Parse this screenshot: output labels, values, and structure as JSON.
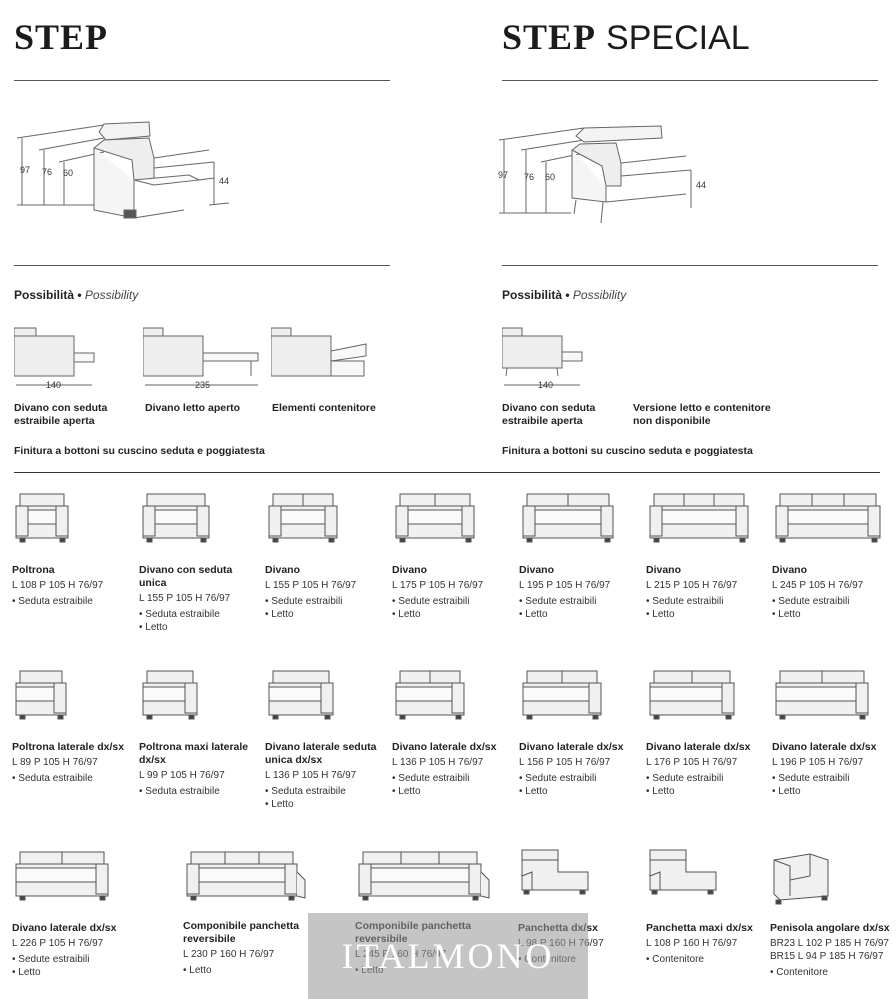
{
  "header": {
    "left_title": "STEP",
    "right_title_bold": "STEP",
    "right_title_light": "SPECIAL"
  },
  "dims_left": {
    "h97": "97",
    "h76": "76",
    "h60": "60",
    "h44": "44"
  },
  "dims_right": {
    "h97": "97",
    "h76": "76",
    "h60": "60",
    "h44": "44"
  },
  "possibility": {
    "left_label": "Possibilità",
    "left_sub": "Possibility",
    "right_label": "Possibilità",
    "right_sub": "Possibility"
  },
  "options_left": [
    {
      "caption": "Divano con seduta estraibile aperta",
      "width_label": "140"
    },
    {
      "caption": "Divano letto aperto",
      "width_label": "235"
    },
    {
      "caption": "Elementi contenitore",
      "width_label": ""
    }
  ],
  "options_right": [
    {
      "caption": "Divano con seduta estraibile aperta",
      "width_label": "140"
    },
    {
      "caption": "Versione letto e contenitore non disponibile",
      "width_label": ""
    }
  ],
  "finish_left": "Finitura a bottoni su cuscino seduta e poggiatesta",
  "finish_right": "Finitura a bottoni su cuscino seduta e poggiatesta",
  "catalog": [
    {
      "name": "Poltrona",
      "dims": "L 108 P 105 H 76/97",
      "opts": [
        "• Seduta estraibile"
      ]
    },
    {
      "name": "Divano con seduta unica",
      "dims": "L 155 P 105 H 76/97",
      "opts": [
        "• Seduta estraibile",
        "• Letto"
      ]
    },
    {
      "name": "Divano",
      "dims": "L 155 P 105 H 76/97",
      "opts": [
        "• Sedute estraibili",
        "• Letto"
      ]
    },
    {
      "name": "Divano",
      "dims": "L 175 P 105 H 76/97",
      "opts": [
        "• Sedute estraibili",
        "• Letto"
      ]
    },
    {
      "name": "Divano",
      "dims": "L 195 P 105 H 76/97",
      "opts": [
        "• Sedute estraibili",
        "• Letto"
      ]
    },
    {
      "name": "Divano",
      "dims": "L 215 P 105 H 76/97",
      "opts": [
        "• Sedute estraibili",
        "• Letto"
      ]
    },
    {
      "name": "Divano",
      "dims": "L 245 P 105 H 76/97",
      "opts": [
        "• Sedute estraibili",
        "• Letto"
      ]
    },
    {
      "name": "Poltrona laterale dx/sx",
      "dims": "L 89 P 105 H 76/97",
      "opts": [
        "• Seduta estraibile"
      ]
    },
    {
      "name": "Poltrona maxi laterale dx/sx",
      "dims": "L 99 P 105 H 76/97",
      "opts": [
        "• Seduta estraibile"
      ]
    },
    {
      "name": "Divano laterale seduta unica dx/sx",
      "dims": "L 136 P 105 H 76/97",
      "opts": [
        "• Seduta estraibile",
        "• Letto"
      ]
    },
    {
      "name": "Divano laterale dx/sx",
      "dims": "L 136 P 105 H 76/97",
      "opts": [
        "• Sedute estraibili",
        "• Letto"
      ]
    },
    {
      "name": "Divano laterale dx/sx",
      "dims": "L 156 P 105 H 76/97",
      "opts": [
        "• Sedute estraibili",
        "• Letto"
      ]
    },
    {
      "name": "Divano laterale dx/sx",
      "dims": "L 176 P 105 H 76/97",
      "opts": [
        "• Sedute estraibili",
        "• Letto"
      ]
    },
    {
      "name": "Divano laterale dx/sx",
      "dims": "L 196 P 105 H 76/97",
      "opts": [
        "• Sedute estraibili",
        "• Letto"
      ]
    },
    {
      "name": "Divano laterale dx/sx",
      "dims": "L 226 P 105 H 76/97",
      "opts": [
        "• Sedute estraibili",
        "• Letto"
      ]
    },
    {
      "name": "Componibile panchetta reversibile",
      "dims": "L 230 P 160 H 76/97",
      "opts": [
        "• Letto"
      ]
    },
    {
      "name": "Componibile panchetta reversibile",
      "dims": "L 245 P 160 H 76/97",
      "opts": [
        "• Letto"
      ]
    },
    {
      "name": "Panchetta dx/sx",
      "dims": "L 98 P 160 H 76/97",
      "opts": [
        "• Contenitore"
      ]
    },
    {
      "name": "Panchetta maxi dx/sx",
      "dims": "L 108 P 160 H 76/97",
      "opts": [
        "• Contenitore"
      ]
    },
    {
      "name": "Penisola angolare dx/sx",
      "dims": "BR23 L 102 P 185 H 76/97",
      "dims2": "BR15 L 94 P 185 H 76/97",
      "opts": [
        "• Contenitore"
      ]
    }
  ],
  "watermark": "ITALMONO"
}
